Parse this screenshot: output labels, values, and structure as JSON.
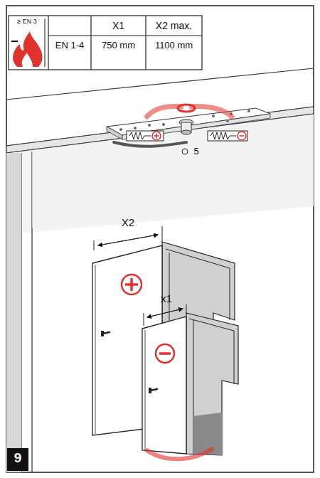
{
  "diagram": {
    "labels": [
      "≥ EN 3",
      "X1",
      "X2 max.",
      "EN 1-4",
      "750 mm",
      "1100 mm",
      "5",
      "X2",
      "x1",
      "9"
    ]
  }
}
